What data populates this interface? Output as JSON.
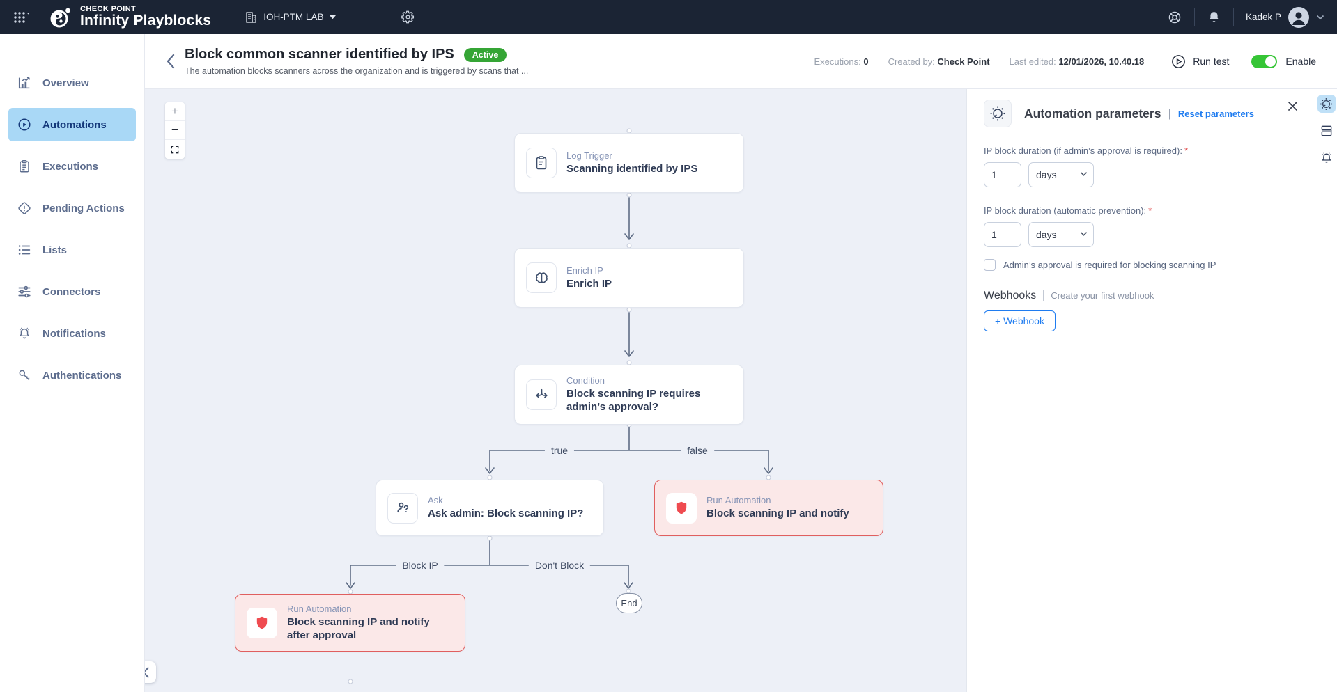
{
  "topbar": {
    "brand_small": "CHECK POINT",
    "brand_large": "Infinity Playblocks",
    "tenant": "IOH-PTM LAB",
    "user_name": "Kadek P"
  },
  "sidebar": {
    "items": [
      {
        "label": "Overview"
      },
      {
        "label": "Automations"
      },
      {
        "label": "Executions"
      },
      {
        "label": "Pending Actions"
      },
      {
        "label": "Lists"
      },
      {
        "label": "Connectors"
      },
      {
        "label": "Notifications"
      },
      {
        "label": "Authentications"
      }
    ]
  },
  "header": {
    "title": "Block common scanner identified by IPS",
    "status_badge": "Active",
    "description": "The automation blocks scanners across the organization and is triggered by scans that ...",
    "executions_label": "Executions:",
    "executions_value": "0",
    "created_by_label": "Created by:",
    "created_by_value": "Check Point",
    "last_edited_label": "Last edited:",
    "last_edited_value": "12/01/2026, 10.40.18",
    "run_test_label": "Run test",
    "enable_label": "Enable"
  },
  "canvas_controls": {
    "zoom_in": "+",
    "zoom_out": "−"
  },
  "flow": {
    "nodes": {
      "trigger": {
        "type_label": "Log Trigger",
        "title": "Scanning identified by IPS"
      },
      "enrich": {
        "type_label": "Enrich IP",
        "title": "Enrich IP"
      },
      "condition": {
        "type_label": "Condition",
        "title": "Block scanning IP requires admin’s approval?"
      },
      "ask": {
        "type_label": "Ask",
        "title": "Ask admin: Block scanning IP?"
      },
      "run_notify": {
        "type_label": "Run Automation",
        "title": "Block scanning IP and notify"
      },
      "run_after_approval": {
        "type_label": "Run Automation",
        "title": "Block scanning IP and notify after approval"
      }
    },
    "edges": {
      "true_label": "true",
      "false_label": "false",
      "block_label": "Block IP",
      "dont_block_label": "Don't Block"
    },
    "end_label": "End"
  },
  "panel": {
    "title": "Automation parameters",
    "reset_label": "Reset parameters",
    "required_mark": "*",
    "field1": {
      "label": "IP block duration (if admin’s approval is required):",
      "value": "1",
      "unit": "days"
    },
    "field2": {
      "label": "IP block duration (automatic prevention):",
      "value": "1",
      "unit": "days"
    },
    "checkbox_label": "Admin’s approval is required for blocking scanning IP",
    "webhooks_title": "Webhooks",
    "webhooks_hint": "Create your first webhook",
    "add_webhook_label": "+ Webhook"
  },
  "colors": {
    "topbar_bg": "#1b2434",
    "sidebar_selected_bg": "#a9d8f6",
    "sidebar_selected_text": "#14387a",
    "canvas_bg": "#edf0f7",
    "active_badge": "#35a535",
    "toggle_on": "#36c536",
    "link_blue": "#1f7cf0",
    "danger_border": "#e05f5f",
    "danger_bg": "#fbe8e8",
    "shield_red": "#ef4b50",
    "edge_line": "#5f6d86"
  }
}
